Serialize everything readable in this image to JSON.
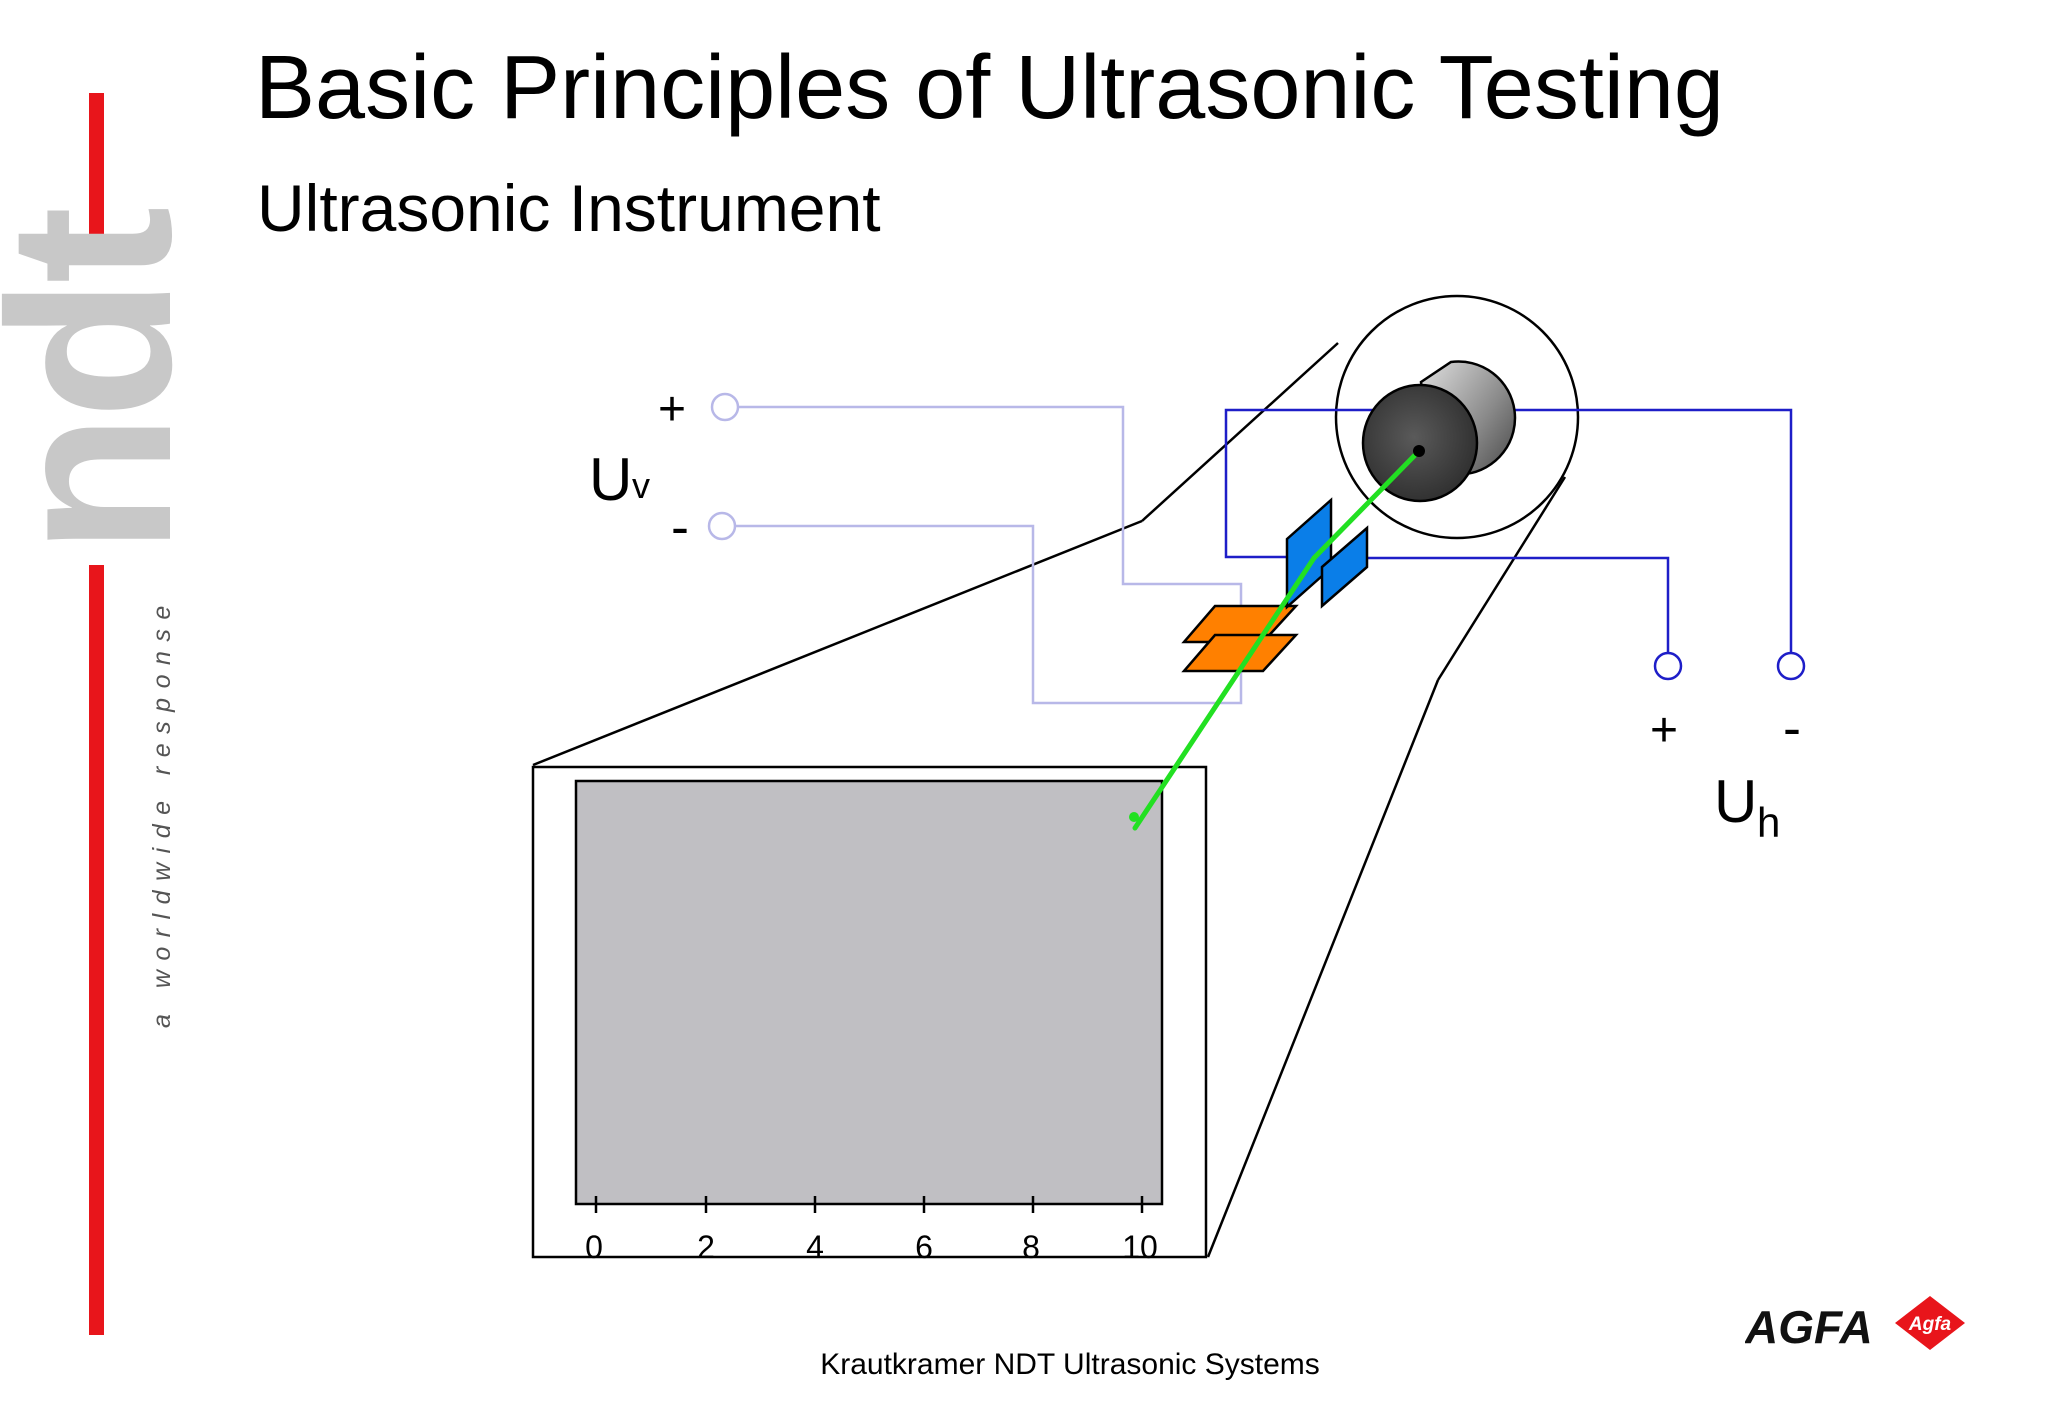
{
  "slide": {
    "title": "Basic Principles of Ultrasonic Testing",
    "subtitle": "Ultrasonic Instrument",
    "footer": "Krautkramer NDT Ultrasonic Systems"
  },
  "branding": {
    "logo_text": "ndt",
    "tagline": "a worldwide response",
    "brand_name": "AGFA",
    "badge_text": "Agfa",
    "logo_grey": "#c8c8c8",
    "accent_red": "#e8151b"
  },
  "diagram": {
    "vertical_deflection": {
      "plus": "+",
      "minus": "-",
      "symbol": "U",
      "subscript": "v"
    },
    "horizontal_deflection": {
      "plus": "+",
      "minus": "-",
      "symbol": "U",
      "subscript": "h"
    },
    "screen_scale": [
      "0",
      "2",
      "4",
      "6",
      "8",
      "10"
    ],
    "colors": {
      "screen": "#c0bfc3",
      "vertical_plates": "#ff8000",
      "horizontal_plates": "#0a7ee8",
      "electron_beam": "#22e022",
      "vertical_wires": "#b8b8e8",
      "horizontal_wires": "#1e1ec8"
    }
  }
}
